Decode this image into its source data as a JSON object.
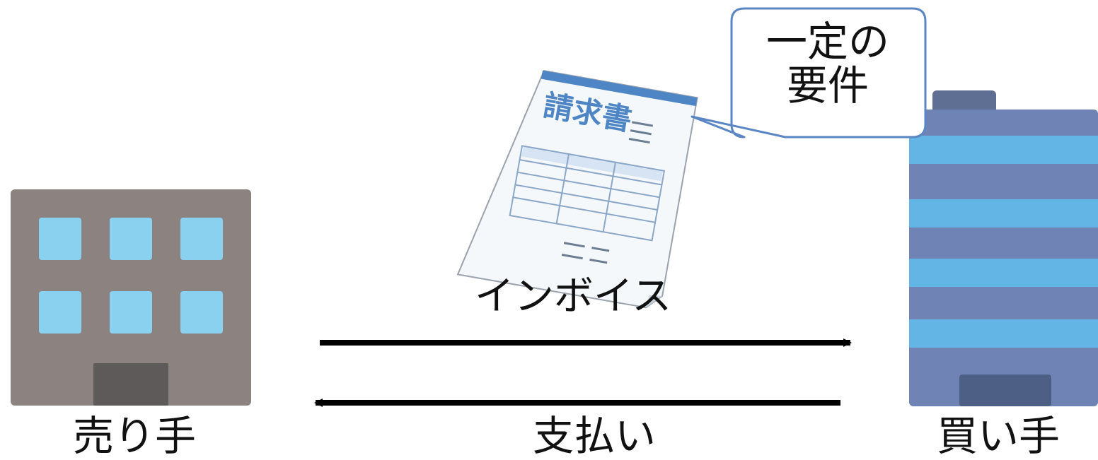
{
  "parties": {
    "seller": {
      "label": "売り手"
    },
    "buyer": {
      "label": "買い手"
    }
  },
  "flows": {
    "invoice": {
      "label": "インボイス",
      "direction": "seller-to-buyer"
    },
    "payment": {
      "label": "支払い",
      "direction": "buyer-to-seller"
    }
  },
  "document": {
    "title": "請求書"
  },
  "callout": {
    "line1": "一定の",
    "line2": "要件"
  },
  "colors": {
    "seller_building": "#8c8380",
    "seller_window": "#8ad0ef",
    "buyer_building_dark": "#6f84b4",
    "buyer_building_light": "#63b5e6",
    "document_accent": "#4e86c5",
    "callout_border": "#5b86c4",
    "arrow": "#000000"
  }
}
